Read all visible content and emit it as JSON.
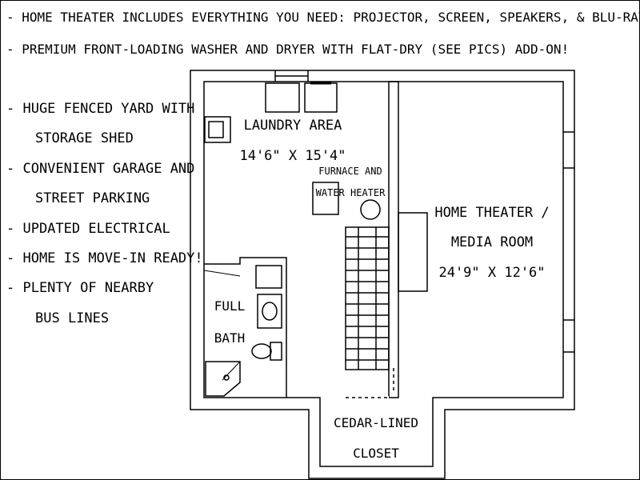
{
  "header": {
    "line1": "- HOME THEATER INCLUDES EVERYTHING YOU NEED: PROJECTOR, SCREEN, SPEAKERS, & BLU-RAY!",
    "line2": "- PREMIUM FRONT-LOADING WASHER AND DRYER WITH FLAT-DRY (SEE PICS) ADD-ON!"
  },
  "features": [
    "- HUGE FENCED YARD WITH",
    "STORAGE SHED",
    "- CONVENIENT GARAGE AND",
    "STREET PARKING",
    "- UPDATED ELECTRICAL",
    "- HOME IS MOVE-IN READY!",
    "- PLENTY OF NEARBY",
    "BUS LINES"
  ],
  "rooms": {
    "laundry_name": "LAUNDRY AREA",
    "laundry_size": "14'6\" X 15'4\"",
    "furnace_line1": "FURNACE AND",
    "furnace_line2": "WATER HEATER",
    "theater_line1": "HOME THEATER /",
    "theater_line2": "MEDIA ROOM",
    "theater_size": "24'9\" X 12'6\"",
    "bath_line1": "FULL",
    "bath_line2": "BATH",
    "closet_line1": "CEDAR-LINED",
    "closet_line2": "CLOSET"
  }
}
